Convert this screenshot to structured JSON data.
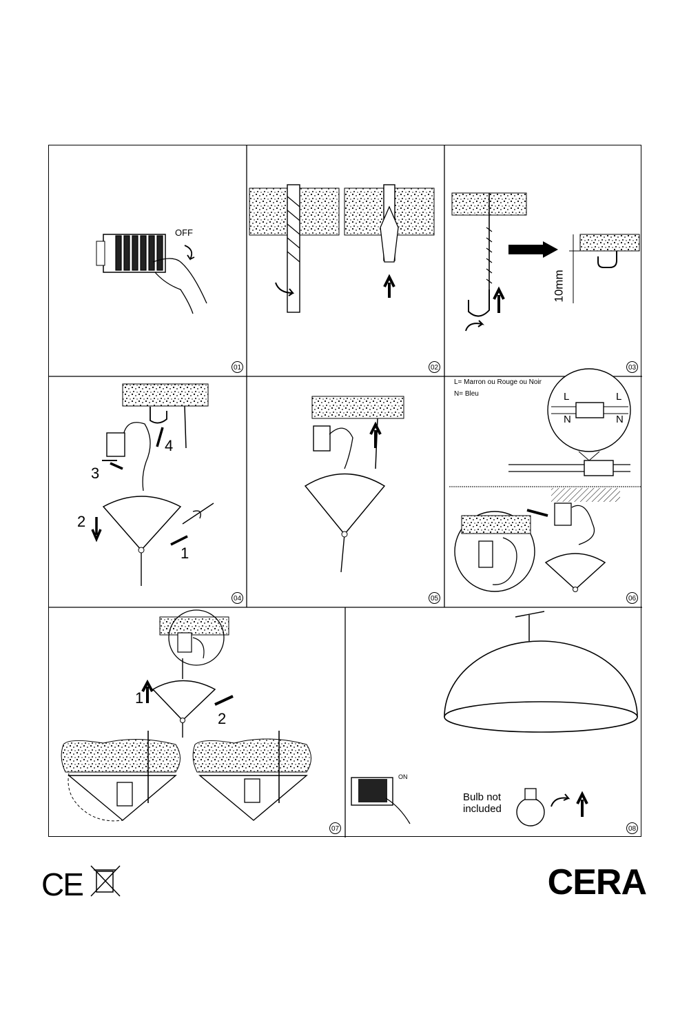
{
  "steps": [
    "01",
    "02",
    "03",
    "04",
    "05",
    "06",
    "07",
    "08"
  ],
  "step01": {
    "switch_label": "OFF"
  },
  "step03": {
    "dimension": "10mm"
  },
  "step04": {
    "n1": "1",
    "n2": "2",
    "n3": "3",
    "n4": "4"
  },
  "step06": {
    "legend_l": "L= Marron ou Rouge ou Noir",
    "legend_n": "N= Bleu",
    "term_l": "L",
    "term_n": "N"
  },
  "step07": {
    "n1": "1",
    "n2": "2"
  },
  "step08": {
    "switch_label": "ON",
    "bulb_note_1": "Bulb not",
    "bulb_note_2": "included"
  },
  "footer": {
    "marks": "CE",
    "brand": "CERA"
  }
}
